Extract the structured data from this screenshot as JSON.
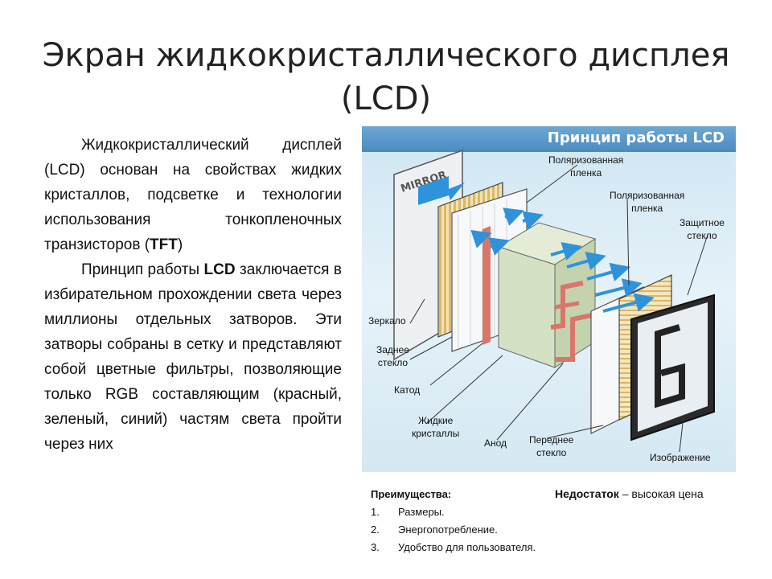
{
  "title": "Экран жидкокристаллического дисплея (LCD)",
  "body": {
    "p1_a": "Жидкокристаллический дисплей (LCD) основан на свойствах жидких кристаллов, подсветке и технологии использования тонкопленочных транзисторов (",
    "p1_b": "TFT",
    "p1_c": ")",
    "p2_a": "Принцип работы ",
    "p2_b": "LCD",
    "p2_c": " заключается в избирательном прохождении света через миллионы отдельных затворов. Эти затворы собраны в сетку и представляют собой цветные фильтры, позволяющие только RGB составляющим (красный, зеленый, синий) частям света пройти через них"
  },
  "figure": {
    "header": "Принцип работы LCD",
    "mirror_text": "MIRROR",
    "labels": {
      "polar1": "Поляризованная\nпленка",
      "polar2": "Поляризованная\nпленка",
      "protect": "Защитное\nстекло",
      "mirror": "Зеркало",
      "rear_glass": "Заднее\nстекло",
      "cathode": "Катод",
      "liquid": "Жидкие\nкристаллы",
      "anode": "Анод",
      "front_glass": "Переднее\nстекло",
      "image": "Изображение"
    },
    "colors": {
      "header": "#4b8bc1",
      "arrow": "#2f93dc",
      "film": "#e9d6a1",
      "electrode": "#d9766a"
    }
  },
  "advantages": {
    "heading": "Преимущества:",
    "items": [
      {
        "num": "1.",
        "text": "Размеры."
      },
      {
        "num": "2.",
        "text": "Энергопотребление."
      },
      {
        "num": "3.",
        "text": "Удобство для пользователя."
      }
    ]
  },
  "disadvantage": {
    "label": "Недостаток",
    "text": " – высокая цена"
  }
}
